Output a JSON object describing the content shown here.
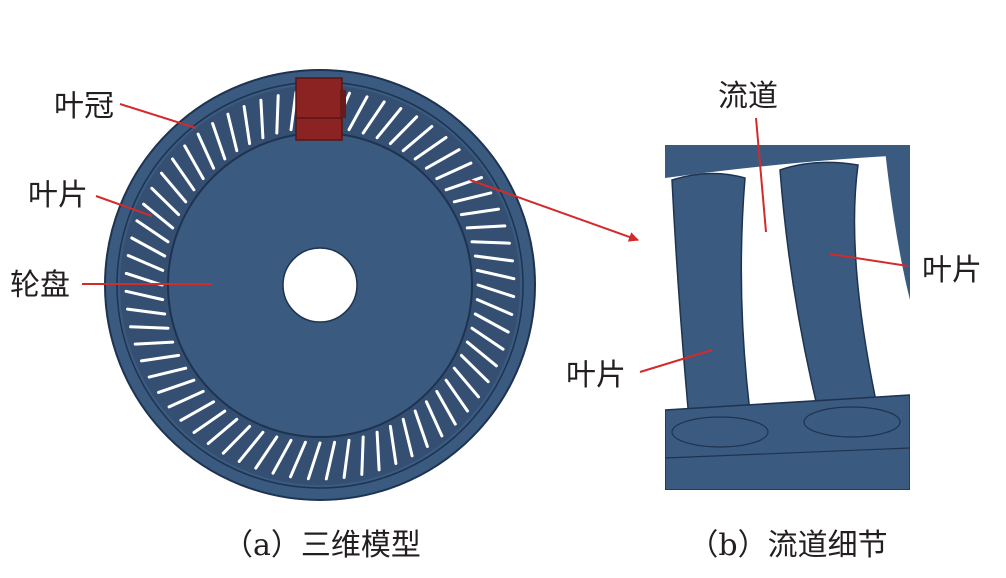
{
  "labels": {
    "shroud": "叶冠",
    "blade_left": "叶片",
    "disk": "轮盘",
    "channel": "流道",
    "blade_right": "叶片",
    "blade_detail": "叶片"
  },
  "captions": {
    "a": "（a）三维模型",
    "b": "（b）流道细节"
  },
  "colors": {
    "body": "#3a5a80",
    "body_dark": "#2c4666",
    "edge": "#1e3350",
    "block": "#8b2323",
    "leader": "#d32a2a"
  }
}
